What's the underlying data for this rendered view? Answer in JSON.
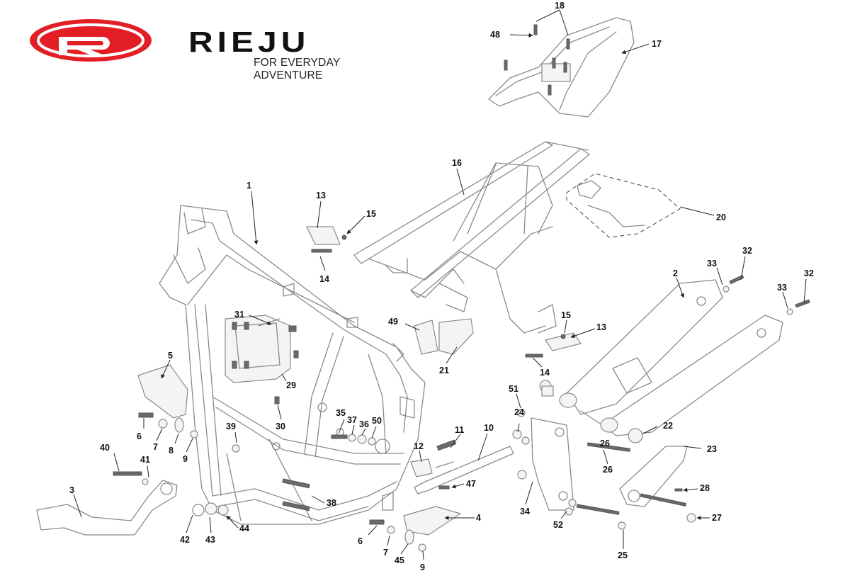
{
  "brand": {
    "name": "RIEJU",
    "logo_letter": "R",
    "tagline": "FOR EVERYDAY ADVENTURE",
    "logo_color": "#e31e24"
  },
  "callouts": [
    "1",
    "2",
    "3",
    "4",
    "5",
    "6",
    "6",
    "7",
    "7",
    "8",
    "9",
    "9",
    "10",
    "11",
    "12",
    "13",
    "13",
    "14",
    "14",
    "15",
    "15",
    "16",
    "17",
    "18",
    "20",
    "21",
    "22",
    "23",
    "24",
    "25",
    "26",
    "26",
    "27",
    "28",
    "29",
    "30",
    "31",
    "32",
    "32",
    "33",
    "33",
    "34",
    "35",
    "36",
    "37",
    "38",
    "39",
    "40",
    "41",
    "42",
    "43",
    "44",
    "45",
    "47",
    "48",
    "49",
    "50",
    "51",
    "52"
  ]
}
